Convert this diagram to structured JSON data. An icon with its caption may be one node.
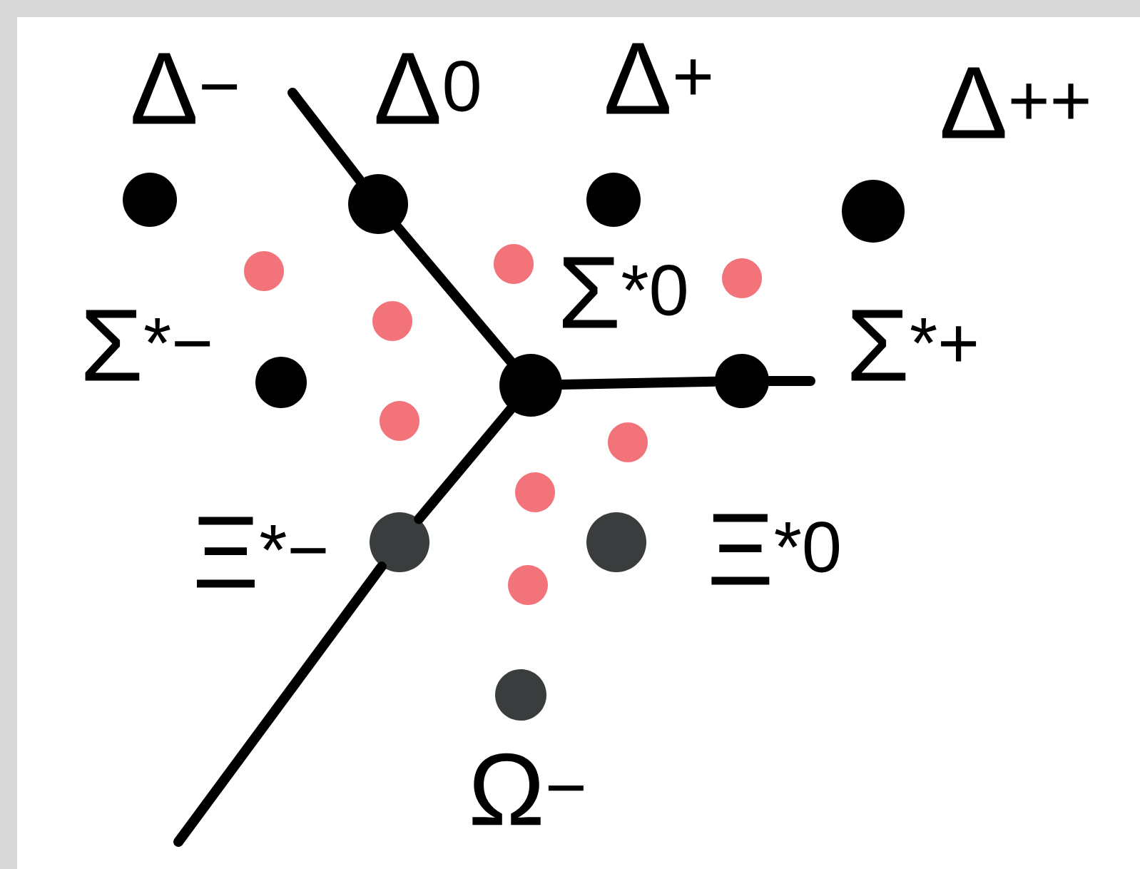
{
  "diagram": {
    "nodes": [
      {
        "text": [],
        "shape": "circle",
        "beside": [
          "Δ$^{−}$"
        ]
      },
      {
        "text": [],
        "shape": "circle",
        "beside": [
          "Δ$^{0}$"
        ]
      },
      {
        "text": [],
        "shape": "circle",
        "beside": [
          "Δ$^{+}$"
        ]
      },
      {
        "text": [],
        "shape": "circle",
        "beside": [
          "Δ$^{++}$"
        ]
      },
      {
        "text": [],
        "shape": "circle",
        "beside": [
          "Σ$^{*−}$"
        ]
      },
      {
        "text": [],
        "shape": "circle",
        "beside": [
          "Σ$^{*0}$"
        ]
      },
      {
        "text": [],
        "shape": "circle",
        "beside": [
          "Σ$^{*+}$"
        ]
      },
      {
        "text": [],
        "shape": "circle",
        "beside": [
          "Ξ$^{*−}$"
        ]
      },
      {
        "text": [],
        "shape": "circle",
        "beside": [
          "Ξ$^{*0}$"
        ]
      },
      {
        "text": [],
        "shape": "circle",
        "beside": [
          "Ω$^{−}$"
        ]
      }
    ],
    "edges": [
      {
        "from": null,
        "to": 1,
        "arrow": "none"
      },
      {
        "from": 1,
        "to": 5,
        "arrow": "none"
      },
      {
        "from": 5,
        "to": 6,
        "arrow": "none"
      },
      {
        "from": 6,
        "to": null,
        "arrow": "none"
      },
      {
        "from": 5,
        "to": 7,
        "arrow": "none"
      },
      {
        "from": 7,
        "to": null,
        "arrow": "none"
      }
    ]
  }
}
